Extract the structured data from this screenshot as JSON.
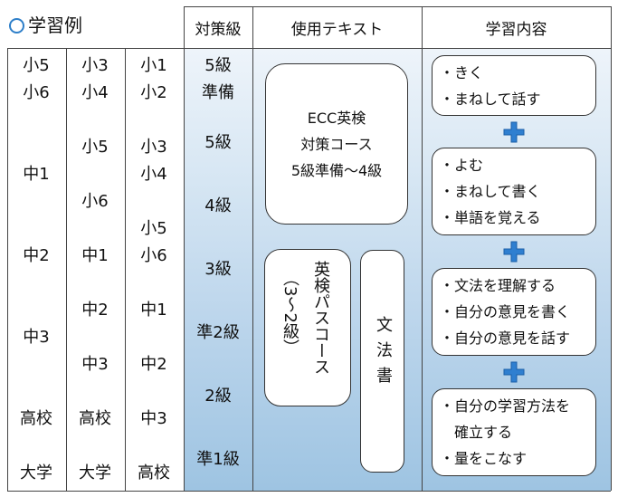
{
  "title": "学習例",
  "headers": {
    "level": "対策級",
    "text": "使用テキスト",
    "content": "学習内容"
  },
  "grades": {
    "col1": [
      "小5",
      "小6",
      "中1",
      "中2",
      "中3",
      "高校",
      "大学"
    ],
    "col2": [
      "小3",
      "小4",
      "小5",
      "小6",
      "中1",
      "中2",
      "中3",
      "高校",
      "大学"
    ],
    "col3": [
      "小1",
      "小2",
      "小3",
      "小4",
      "小5",
      "小6",
      "中1",
      "中2",
      "中3",
      "高校"
    ]
  },
  "levels": [
    "5級",
    "準備",
    "5級",
    "4級",
    "3級",
    "準2級",
    "2級",
    "準1級"
  ],
  "texts": {
    "ecc": [
      "ECC英検",
      "対策コース",
      "5級準備〜4級"
    ],
    "pass_main": "英検パスコース",
    "pass_sub": "（3〜2級）",
    "grammar": "文法書"
  },
  "contents": [
    [
      "・きく",
      "・まねして話す"
    ],
    [
      "・よむ",
      "・まねして書く",
      "・単語を覚える"
    ],
    [
      "・文法を理解する",
      "・自分の意見を書く",
      "・自分の意見を話す"
    ],
    [
      "・自分の学習方法を",
      "　確立する",
      "・量をこなす"
    ]
  ],
  "colors": {
    "accent": "#2e7fc9",
    "plus": "#2f7fd0"
  }
}
